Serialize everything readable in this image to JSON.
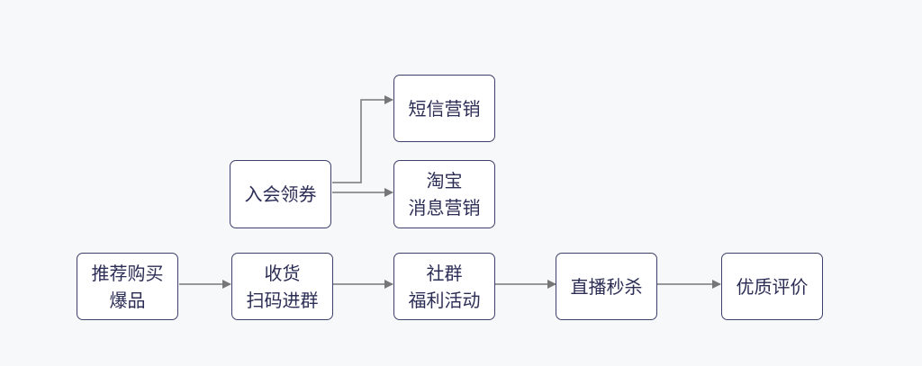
{
  "nodes": {
    "sms_marketing": {
      "label": "短信营销"
    },
    "taobao_marketing": {
      "label": "淘宝\n消息营销"
    },
    "member_coupon": {
      "label": "入会领券"
    },
    "recommend_hot": {
      "label": "推荐购买\n爆品"
    },
    "receive_scan": {
      "label": "收货\n扫码进群"
    },
    "community_welfare": {
      "label": "社群\n福利活动"
    },
    "live_flash_sale": {
      "label": "直播秒杀"
    },
    "quality_review": {
      "label": "优质评价"
    }
  },
  "colors": {
    "node_border": "#3d4069",
    "node_text": "#2b2d55",
    "connector": "#777777",
    "background": "#f7f8fa"
  }
}
